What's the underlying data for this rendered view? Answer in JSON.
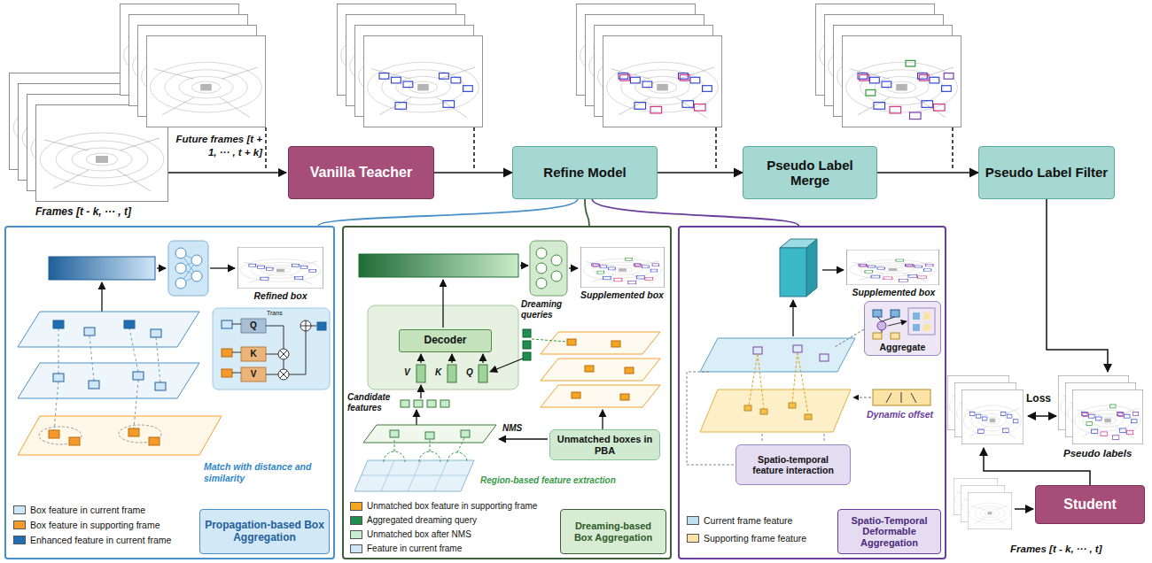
{
  "diagram": {
    "nodes": [
      {
        "text": [
          "Vanilla Teacher"
        ]
      },
      {
        "text": [
          "Refine Model"
        ]
      },
      {
        "text": [
          "Pseudo Label Merge"
        ]
      },
      {
        "text": [
          "Pseudo Label Filter"
        ]
      },
      {
        "text": [
          "Student"
        ]
      },
      {
        "text": [
          "Propagation-based Box Aggregation"
        ]
      },
      {
        "text": [
          "Dreaming-based Box Aggregation"
        ]
      },
      {
        "text": [
          "Decoder"
        ],
        "in": 6
      },
      {
        "text": [
          "Unmatched boxes in PBA"
        ],
        "in": 6
      },
      {
        "text": [
          "Spatio-Temporal Deformable Aggregation"
        ]
      },
      {
        "text": [
          "Aggregate"
        ],
        "in": 9
      },
      {
        "text": [
          "Spatio-temporal feature interaction"
        ],
        "in": 9
      }
    ],
    "edges": [
      {
        "from": 0,
        "to": 1,
        "arrow": "to"
      },
      {
        "from": 1,
        "to": 2,
        "arrow": "to"
      },
      {
        "from": 2,
        "to": 3,
        "arrow": "to"
      },
      {
        "from": 1,
        "to": 5,
        "arrow": "none"
      },
      {
        "from": 1,
        "to": 6,
        "arrow": "none"
      },
      {
        "from": 1,
        "to": 9,
        "arrow": "none"
      }
    ],
    "labels": [
      "Frames [t - k, ··· , t]",
      "Future frames [t + 1, ··· , t + k]",
      "Refined box",
      "Q",
      "K",
      "V",
      "Trans",
      "Match with distance and similarity",
      "Supplemented box",
      "Dreaming queries",
      "V",
      "K",
      "Q",
      "Candidate features",
      "NMS",
      "Region-based feature extraction",
      "Supplemented box",
      "Dynamic offset",
      "Loss",
      "Pseudo labels",
      "Frames [t - k, ··· , t]"
    ],
    "legend": [
      {
        "text": "Box feature in current frame",
        "color": "#cfe6f7"
      },
      {
        "text": "Box feature in supporting frame",
        "color": "#f39a2b"
      },
      {
        "text": "Enhanced feature in current frame",
        "color": "#1f6fb0"
      },
      {
        "text": "Unmatched box feature in supporting frame",
        "color": "#f5a623"
      },
      {
        "text": "Aggregated dreaming query",
        "color": "#1e8f4e"
      },
      {
        "text": "Unmatched box after NMS",
        "color": "#c8ecd0"
      },
      {
        "text": "Feature in current frame",
        "color": "#cfe6f7"
      },
      {
        "text": "Current frame feature",
        "color": "#bfe0f0"
      },
      {
        "text": "Supporting frame feature",
        "color": "#fbe3a5"
      }
    ]
  }
}
